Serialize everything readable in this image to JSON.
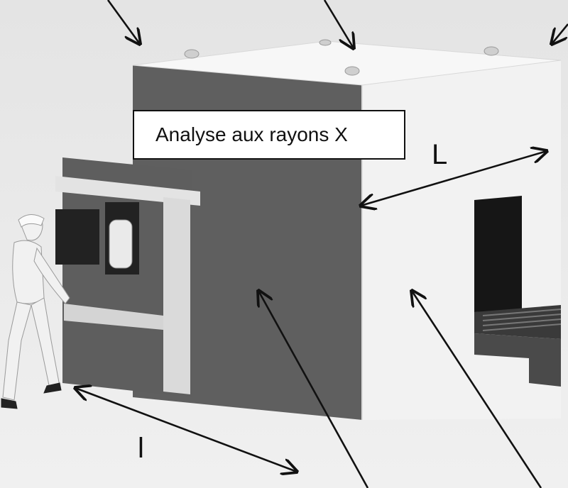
{
  "title": "Analyse aux rayons X",
  "dimensions": {
    "length_label": "L",
    "width_label": "l"
  },
  "colors": {
    "background": "#e9e9e9",
    "cabinet_dark": "#5f5f5f",
    "cabinet_light": "#f2f2f2",
    "roof": "#f7f7f7",
    "arrow": "#111111"
  }
}
